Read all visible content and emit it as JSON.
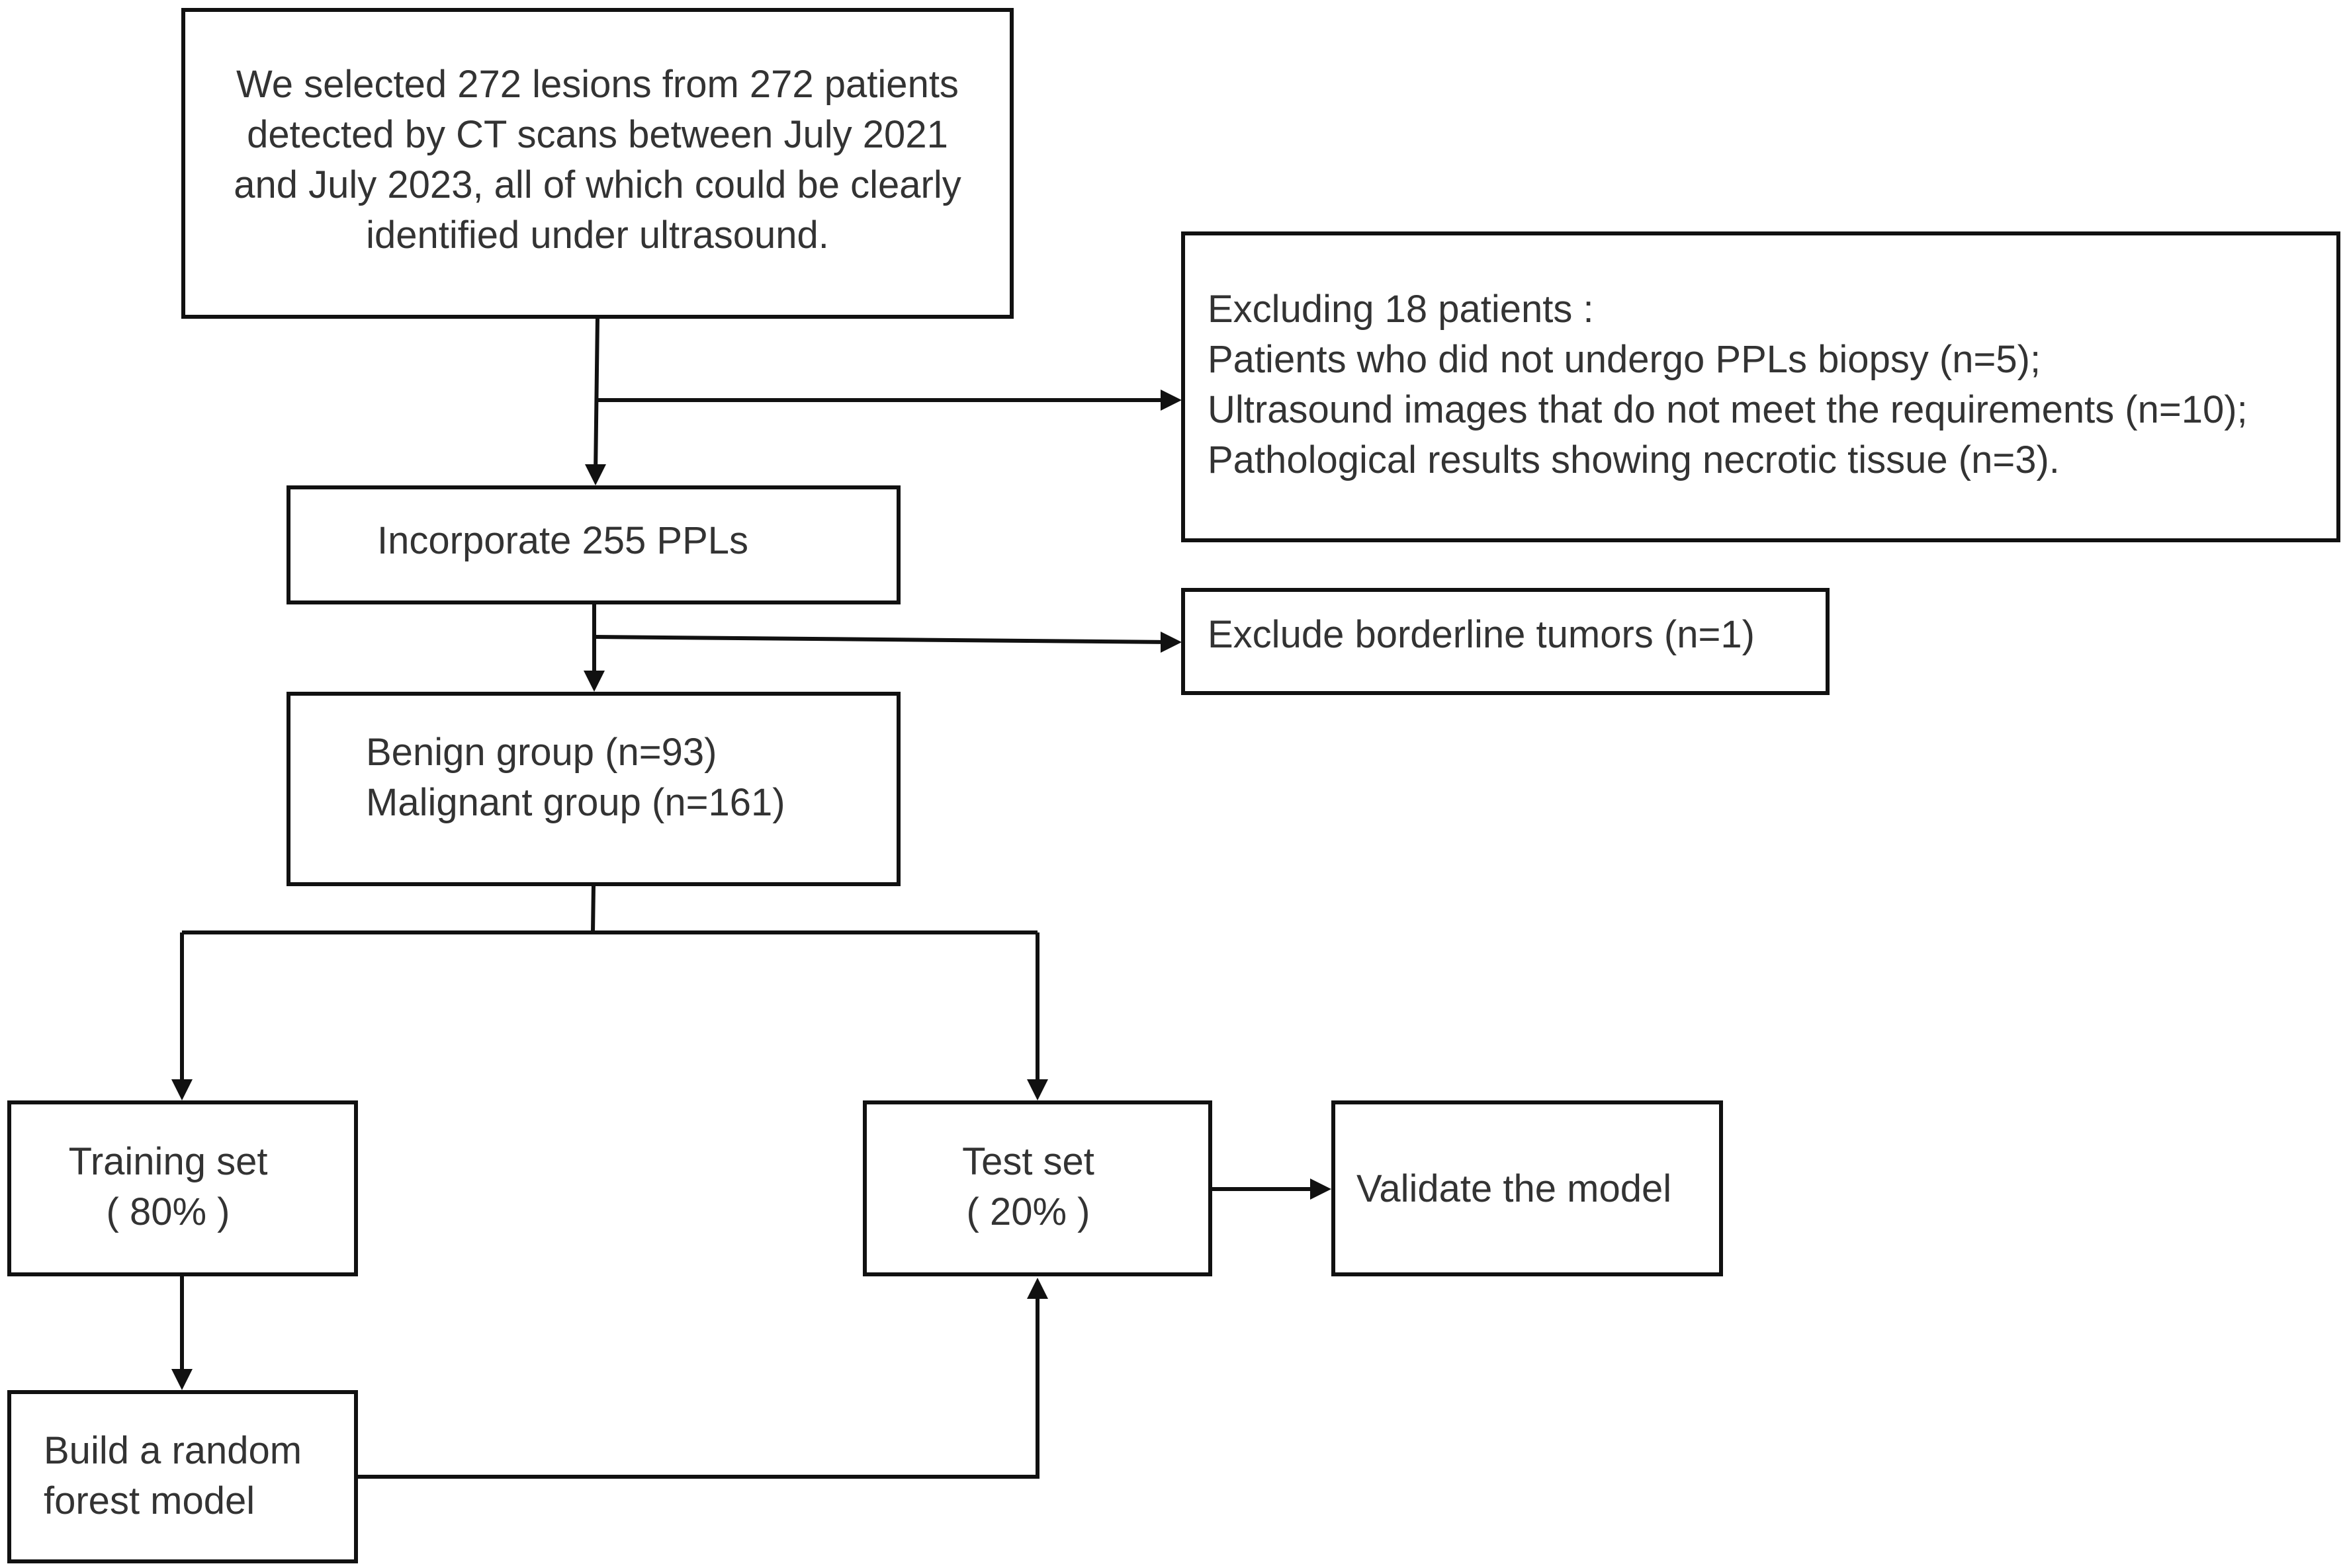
{
  "diagram": {
    "nodes": {
      "selection": {
        "lines": [
          "We selected 272 lesions from 272 patients",
          "detected by CT scans between July 2021",
          "and July 2023, all of which could be clearly",
          "identified under ultrasound."
        ]
      },
      "exclusion": {
        "lines": [
          "Excluding 18 patients :",
          "Patients who did not undergo PPLs biopsy (n=5);",
          "Ultrasound images that do not meet the requirements (n=10);",
          "Pathological results showing necrotic tissue (n=3)."
        ]
      },
      "incorporate": {
        "text": "Incorporate 255 PPLs"
      },
      "borderline": {
        "text": "Exclude borderline tumors (n=1)"
      },
      "groups": {
        "lines": [
          "Benign group (n=93)",
          "Malignant group (n=161)"
        ]
      },
      "training": {
        "lines": [
          "Training set",
          "( 80% )"
        ]
      },
      "test": {
        "lines": [
          "Test set",
          "( 20% )"
        ]
      },
      "validate": {
        "text": "Validate the model"
      },
      "build": {
        "lines": [
          "Build a random",
          "forest model"
        ]
      }
    }
  }
}
